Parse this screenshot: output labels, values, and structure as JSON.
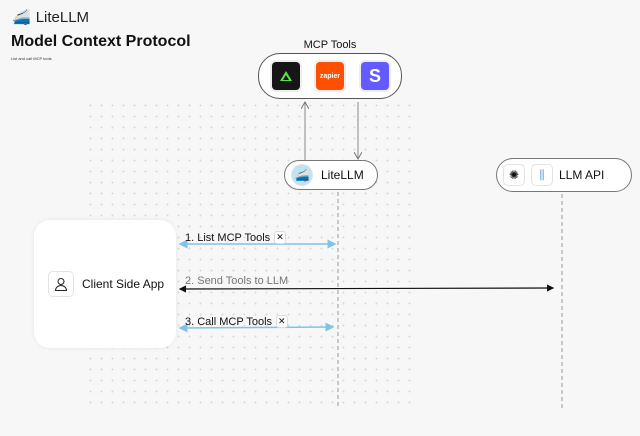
{
  "brand": {
    "name": "LiteLLM",
    "icon": "train-icon"
  },
  "title": "Model Context Protocol",
  "subtitle": "List and call MCP tools",
  "mcp": {
    "label": "MCP Tools",
    "tools": [
      {
        "name": "triangle-logo",
        "color": "#161616",
        "accent": "#5ee04a"
      },
      {
        "name": "zapier",
        "text": "zapier",
        "color": "#ff4f00"
      },
      {
        "name": "stripe",
        "text": "S",
        "color": "#635bff"
      }
    ]
  },
  "litellm_node": {
    "label": "LiteLLM"
  },
  "llm_node": {
    "label": "LLM API",
    "icons": [
      "openai-icon",
      "llama-index-icon"
    ]
  },
  "client": {
    "label": "Client Side App",
    "icon": "user-icon"
  },
  "messages": [
    {
      "label": "1. List MCP Tools",
      "icon": "tools-icon",
      "color": "#7ec4e6"
    },
    {
      "label": "2. Send Tools to LLM",
      "color": "#111111"
    },
    {
      "label": "3. Call MCP Tools",
      "icon": "tools-icon",
      "color": "#7ec4e6"
    }
  ]
}
